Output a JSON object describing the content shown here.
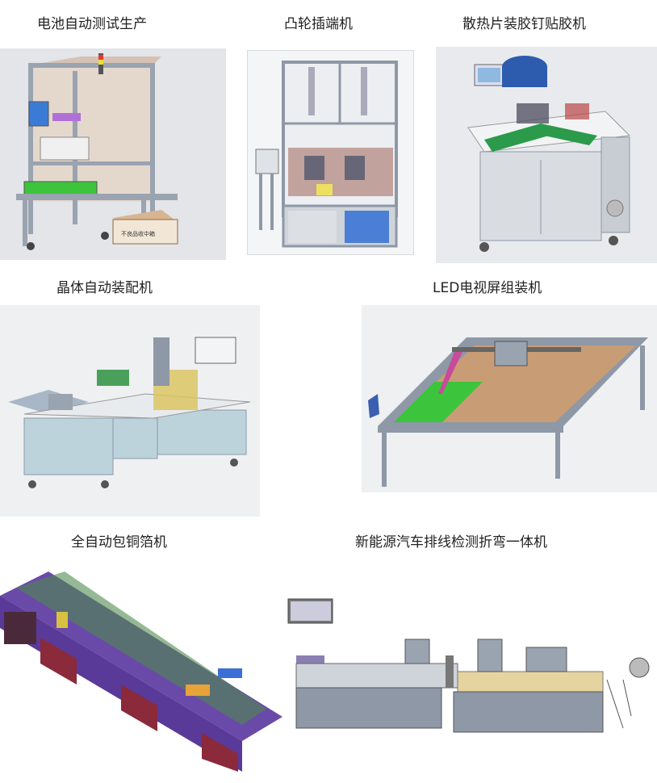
{
  "captions": {
    "battery_test": "电池自动测试生产",
    "cam_insert": "凸轮插端机",
    "heatsink": "散热片装胶钉贴胶机",
    "crystal": "晶体自动装配机",
    "led_tv": "LED电视屏组装机",
    "copper_foil": "全自动包铜箔机",
    "ev_cable": "新能源汽车排线检测折弯一体机"
  },
  "box_label": "不良品收中箱",
  "colors": {
    "frame": "#8e98a6",
    "panel_blue": "#bcd3dc",
    "tan": "#c89c74",
    "green": "#3cc43c",
    "purple": "#6a4aa8",
    "red": "#8a2a3a"
  }
}
